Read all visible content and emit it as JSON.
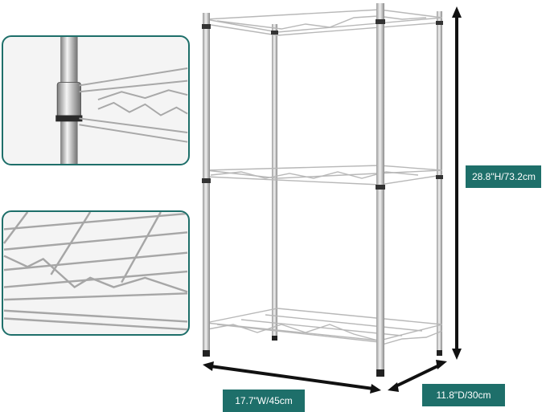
{
  "dimensions": {
    "height_label": "28.8\"H/73.2cm",
    "width_label": "17.7\"W/45cm",
    "depth_label": "11.8\"D/30cm"
  },
  "colors": {
    "accent": "#1e6f6a",
    "chrome": "#c9c9c9",
    "arrow": "#111111"
  },
  "insets": [
    {
      "subject": "pole-and-shelf-clip-closeup"
    },
    {
      "subject": "wire-shelf-closeup"
    }
  ]
}
